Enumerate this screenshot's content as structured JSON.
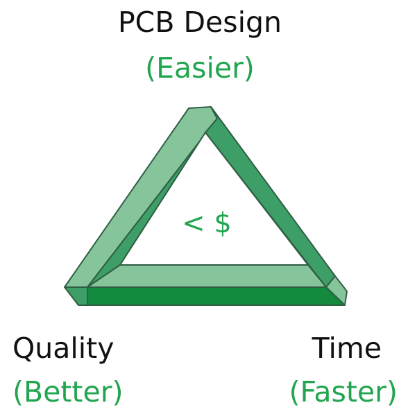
{
  "diagram": {
    "top": {
      "title": "PCB Design",
      "subtitle": "(Easier)"
    },
    "left": {
      "title": "Quality",
      "subtitle": "(Better)"
    },
    "right": {
      "title": "Time",
      "subtitle": "(Faster)"
    },
    "center": "< $",
    "colors": {
      "text": "#111111",
      "accent": "#22a54f",
      "face_light": "#86c59c",
      "face_mid": "#3d9f67",
      "face_dark": "#138a3d",
      "edge": "#2f5e43"
    }
  }
}
